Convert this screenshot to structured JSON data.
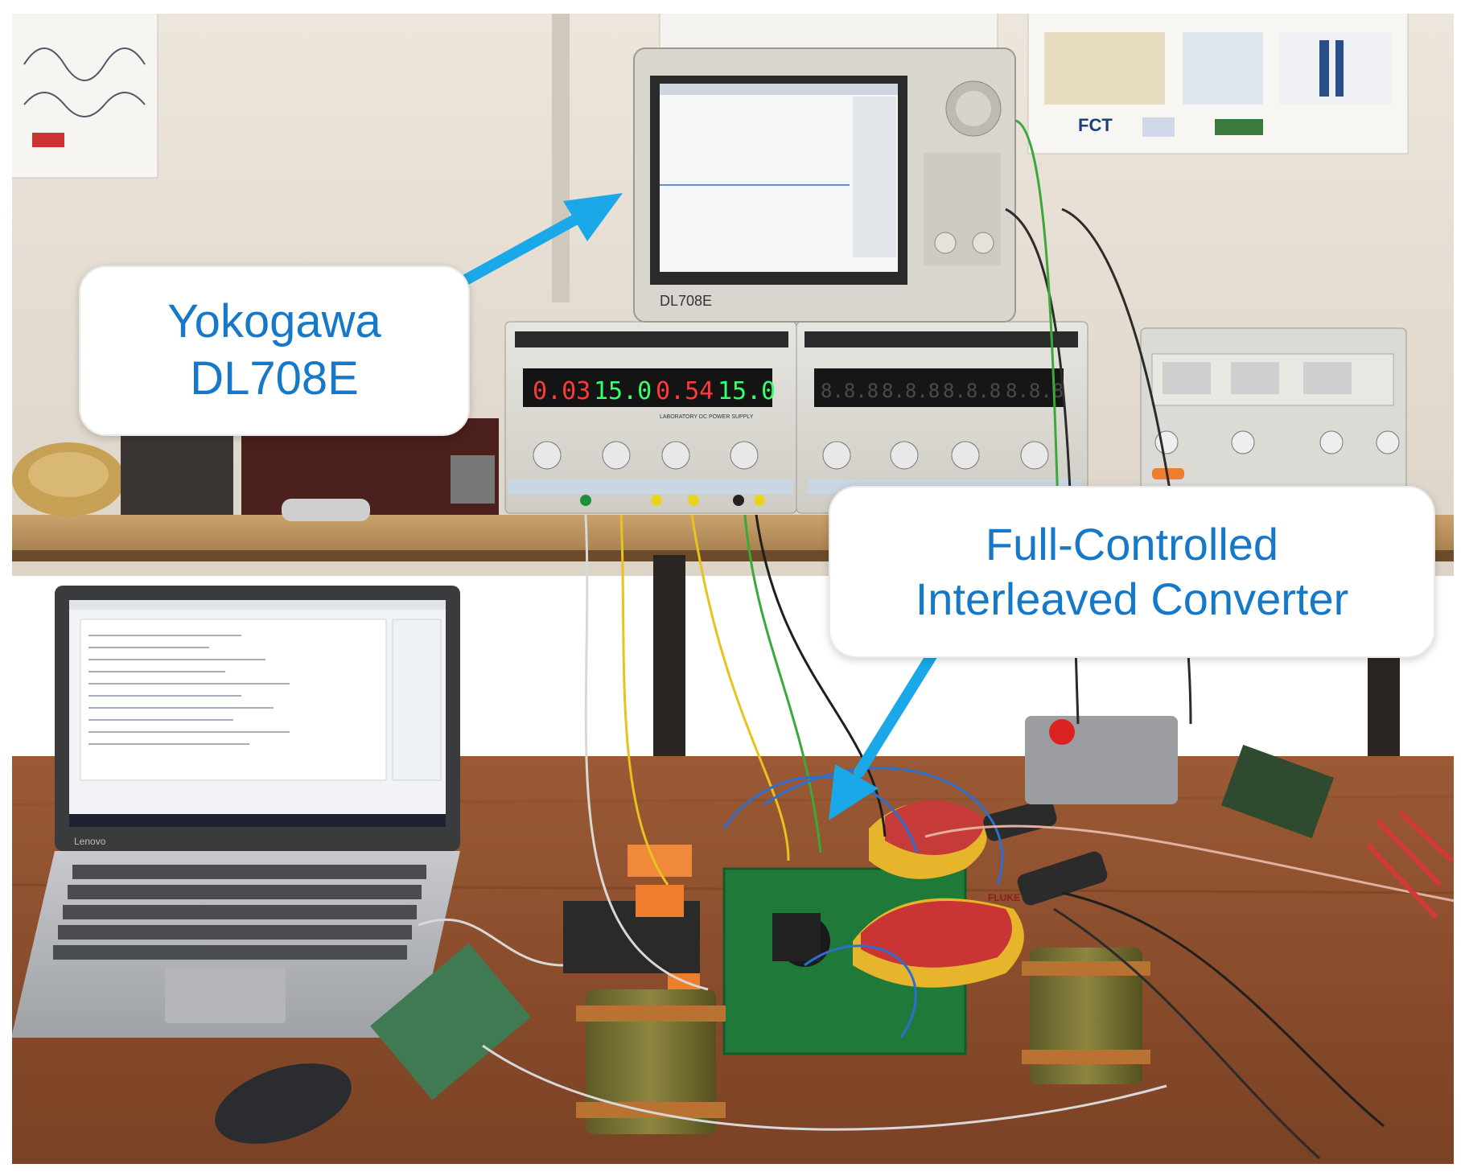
{
  "callouts": {
    "oscilloscope": {
      "line1": "Yokogawa",
      "line2": "DL708E"
    },
    "converter": {
      "line1": "Full-Controlled",
      "line2": "Interleaved Converter"
    }
  },
  "equipment": {
    "scope_model": "DL708E",
    "psu1_displays": [
      "0.03",
      "15.0",
      "0.54",
      "15.0"
    ],
    "psu2_displays": [
      "8.8.8",
      "8.8.8",
      "8.8.8",
      "8.8.8"
    ],
    "psu_label": "LABORATORY DC POWER SUPPLY",
    "laptop_brand": "Lenovo",
    "poster_brand": "FCT",
    "clamp_brand": "FLUKE"
  },
  "colors": {
    "callout_text": "#1578c8",
    "arrow": "#1aa8e8",
    "display_red": "#ff3a3a",
    "display_green": "#39ff6a"
  },
  "icons": [
    "arrow-to-oscilloscope",
    "arrow-to-converter"
  ]
}
